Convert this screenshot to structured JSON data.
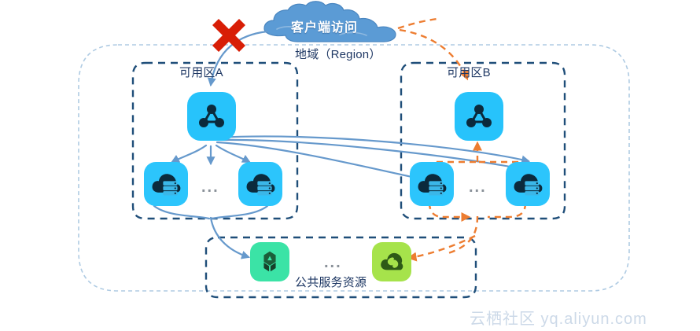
{
  "diagram": {
    "title_region": "地域（Region）",
    "cloud": {
      "label": "客户端访问",
      "color": "#5B9BD5"
    },
    "failure_marker": {
      "name": "red-cross",
      "color": "#D81E06"
    },
    "zones": [
      {
        "id": "zone-a",
        "label": "可用区A",
        "slb": {
          "icon": "load-balancer-icon",
          "color": "#27C3FB"
        },
        "servers": [
          {
            "icon": "cloud-server-icon",
            "color": "#2CC5FC"
          },
          {
            "icon": "cloud-server-icon",
            "color": "#2CC5FC"
          }
        ],
        "ellipsis": "..."
      },
      {
        "id": "zone-b",
        "label": "可用区B",
        "slb": {
          "icon": "load-balancer-icon",
          "color": "#27C3FB"
        },
        "servers": [
          {
            "icon": "cloud-server-icon",
            "color": "#2CC5FC"
          },
          {
            "icon": "cloud-server-icon",
            "color": "#2CC5FC"
          }
        ],
        "ellipsis": "..."
      }
    ],
    "shared_services": {
      "label": "公共服务资源",
      "ellipsis": "...",
      "items": [
        {
          "icon": "object-storage-icon",
          "color": "#3BE3A6"
        },
        {
          "icon": "database-cloud-icon",
          "color": "#A6E34B"
        }
      ]
    },
    "flows": [
      {
        "name": "active-traffic-flow",
        "style": "solid",
        "color": "#6699CC"
      },
      {
        "name": "failover-traffic-flow",
        "style": "dashed",
        "color": "#ED7D31"
      }
    ],
    "boundaries": {
      "region": {
        "style": "dashed",
        "color": "#AFCBE3"
      },
      "zone": {
        "style": "dashed",
        "color": "#1F4E79"
      }
    },
    "watermark": "云栖社区 yq.aliyun.com"
  }
}
